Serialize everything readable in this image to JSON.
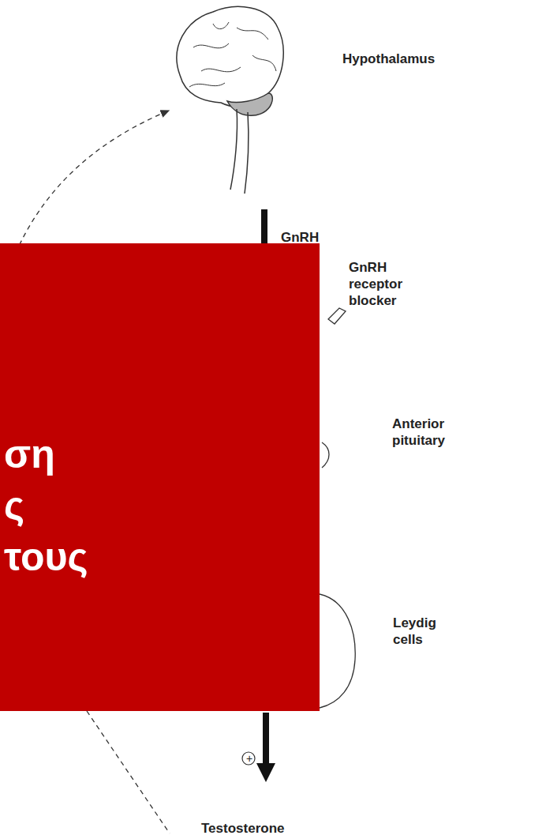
{
  "diagram": {
    "nodes": [
      {
        "text": [
          "ση ς τους"
        ]
      }
    ],
    "labels": [
      "Hypothalamus",
      "GnRH",
      "GnRH receptor blocker",
      "Anterior pituitary",
      "Leydig cells",
      "+",
      "Testosterone"
    ]
  }
}
